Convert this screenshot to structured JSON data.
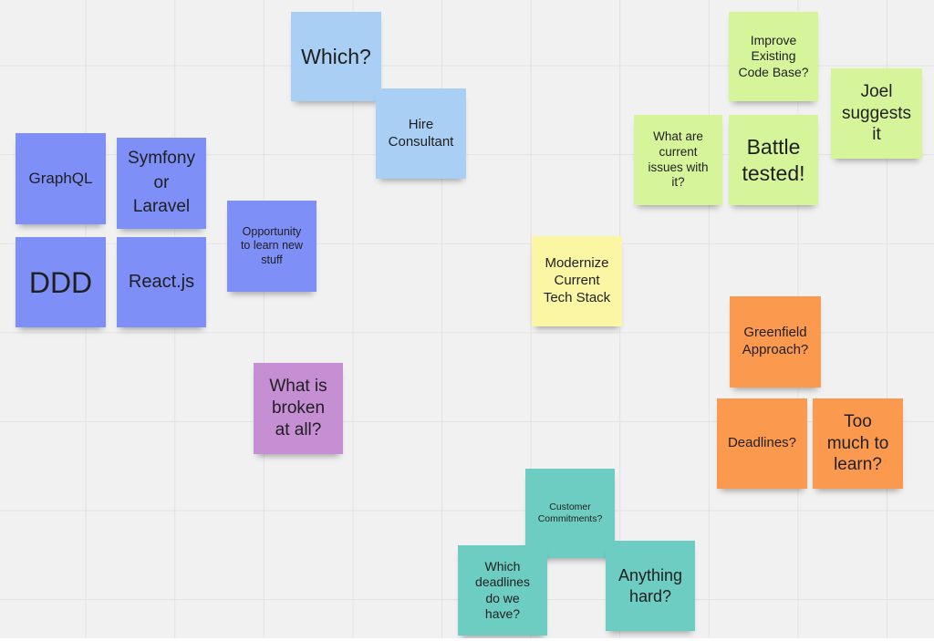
{
  "board": {
    "notes": [
      {
        "id": "which",
        "text": "Which?"
      },
      {
        "id": "hire",
        "text": "Hire\nConsultant"
      },
      {
        "id": "graphql",
        "text": "GraphQL"
      },
      {
        "id": "symfony",
        "text": "Symfony\nor\nLaravel"
      },
      {
        "id": "ddd",
        "text": "DDD"
      },
      {
        "id": "react",
        "text": "React.js"
      },
      {
        "id": "opportunity",
        "text": "Opportunity\nto learn new\nstuff"
      },
      {
        "id": "modernize",
        "text": "Modernize\nCurrent\nTech Stack"
      },
      {
        "id": "improve",
        "text": "Improve\nExisting\nCode Base?"
      },
      {
        "id": "joel",
        "text": "Joel\nsuggests\nit"
      },
      {
        "id": "current_issues",
        "text": "What are\ncurrent\nissues with\nit?"
      },
      {
        "id": "battle",
        "text": "Battle\ntested!"
      },
      {
        "id": "greenfield",
        "text": "Greenfield\nApproach?"
      },
      {
        "id": "deadlines",
        "text": "Deadlines?"
      },
      {
        "id": "too_much",
        "text": "Too\nmuch to\nlearn?"
      },
      {
        "id": "broken",
        "text": "What is\nbroken\nat all?"
      },
      {
        "id": "customer",
        "text": "Customer\nCommitments?"
      },
      {
        "id": "which_deadlines",
        "text": "Which\ndeadlines\ndo we\nhave?"
      },
      {
        "id": "anything_hard",
        "text": "Anything\nhard?"
      }
    ]
  },
  "colors": {
    "blue": "#7f8ff8",
    "lightblue": "#a9cff4",
    "yellow": "#fbf6a3",
    "green": "#d6f59a",
    "orange": "#fb9a4e",
    "purple": "#c68fd4",
    "teal": "#6ecdc2"
  }
}
